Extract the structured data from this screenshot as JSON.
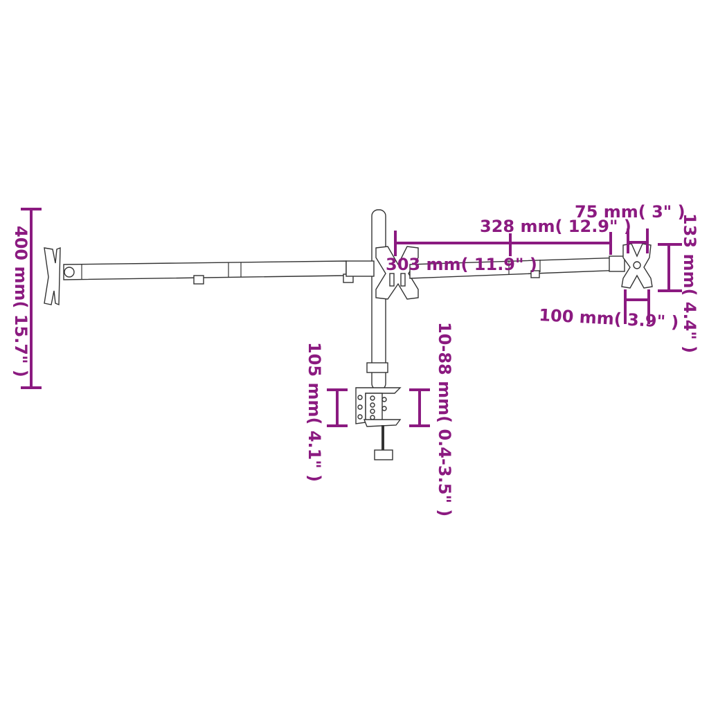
{
  "dimensions": {
    "total_height": "400 mm( 15.7\" )",
    "arm_outer": "328 mm( 12.9\" )",
    "arm_inner": "303 mm( 11.9\" )",
    "vesa_small": "75 mm( 3\" )",
    "vesa_large": "100 mm( 3.9\" )",
    "plate_height": "133 mm( 4.4\" )",
    "clamp_height": "105 mm( 4.1\" )",
    "desk_thickness": "10-88 mm( 0.4-3.5\" )"
  },
  "colors": {
    "dimension": "#8b1a80",
    "drawing": "#333333"
  }
}
